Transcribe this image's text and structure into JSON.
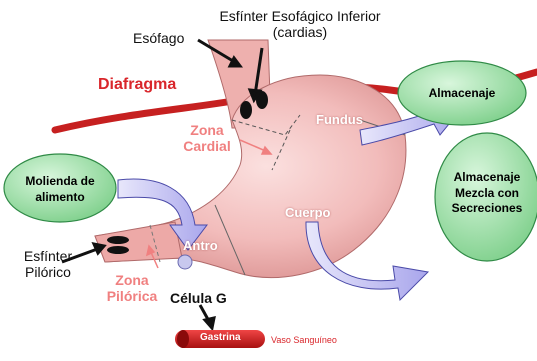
{
  "labels": {
    "esfinter_inferior_line1": "Esfínter Esofágico Inferior",
    "esfinter_inferior_line2": "(cardias)",
    "esofago": "Esófago",
    "diafragma": "Diafragma",
    "zona_cardial_line1": "Zona",
    "zona_cardial_line2": "Cardial",
    "fundus": "Fundus",
    "cuerpo": "Cuerpo",
    "antro": "Antro",
    "esfinter_pilorico_line1": "Esfínter",
    "esfinter_pilorico_line2": "Pilórico",
    "zona_pilorica_line1": "Zona",
    "zona_pilorica_line2": "Pilórica",
    "celula_g": "Célula G",
    "gastrina": "Gastrina",
    "vaso_sanguineo": "Vaso Sanguíneo"
  },
  "bubbles": {
    "almacenaje": "Almacenaje",
    "molienda_line1": "Molienda de",
    "molienda_line2": "alimento",
    "almacenaje_mezcla_line1": "Almacenaje",
    "almacenaje_mezcla_line2": "Mezcla con",
    "almacenaje_mezcla_line3": "Secreciones"
  },
  "colors": {
    "stomach": "#f0b8b6",
    "stomach_outline": "#b06a6a",
    "diaphragm": "#c62020",
    "bubble_fill": "#9fe0a8",
    "bubble_outline": "#2f8a46",
    "arrow_fill": "#c9c7f3",
    "arrow_outline": "#4a4aa8",
    "pink_label": "#f08080",
    "red_label": "#d9262b"
  }
}
